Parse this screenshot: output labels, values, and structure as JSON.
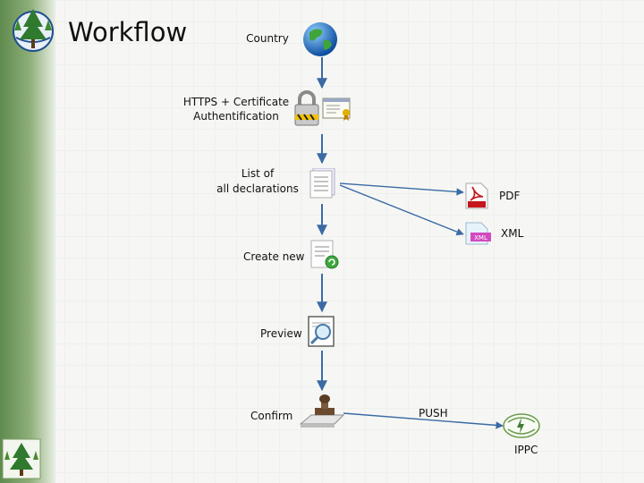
{
  "title": "Workflow",
  "steps": {
    "country": "Country",
    "auth_line1": "HTTPS + Certificate",
    "auth_line2": "Authentification",
    "list_line1": "List of",
    "list_line2": "all declarations",
    "pdf": "PDF",
    "xml": "XML",
    "create": "Create new",
    "preview": "Preview",
    "confirm": "Confirm",
    "push": "PUSH",
    "ippc": "IPPC"
  },
  "icons": {
    "logo_top": "forest-logo",
    "logo_bottom": "forest-logo",
    "country": "globe-icon",
    "lock": "padlock-icon",
    "certificate": "certificate-icon",
    "list": "document-list-icon",
    "pdf": "pdf-file-icon",
    "xml": "xml-file-icon",
    "create": "new-document-icon",
    "preview": "magnifier-document-icon",
    "confirm": "stamp-icon",
    "ippc": "ippc-logo"
  },
  "colors": {
    "arrow": "#3b6aa5"
  }
}
